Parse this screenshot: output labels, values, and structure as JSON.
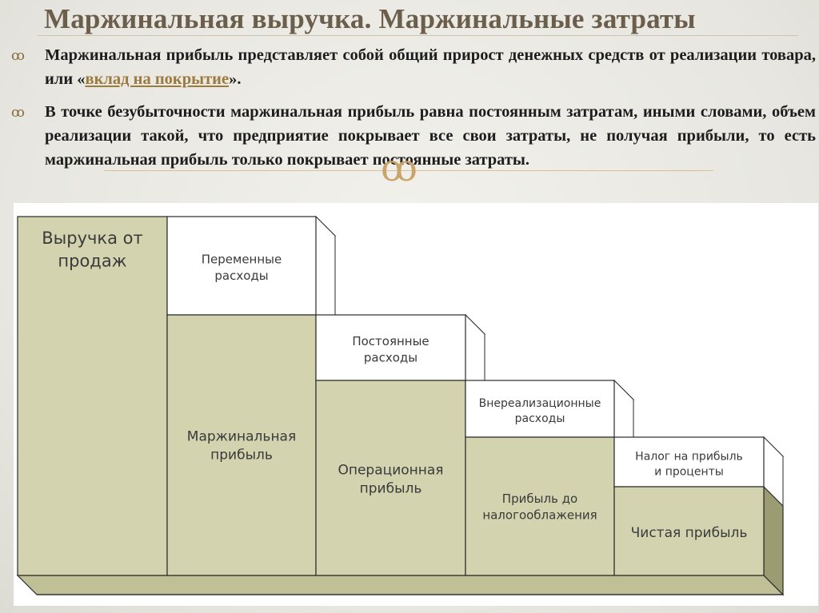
{
  "slide": {
    "title": "Маржинальная выручка. Маржинальные затраты",
    "bullets": [
      {
        "text_before": "Маржинальная прибыль представляет собой общий прирост денежных средств от реализации товара, или «",
        "link_text": "вклад на покрытие",
        "text_after": "»."
      },
      {
        "text": "В точке безубыточности маржинальная прибыль равна постоянным затратам, иными словами, объем реализации такой, что предприятие покрывает все свои затраты, не получая прибыли, то есть маржинальная прибыль только покрывает постоянные затраты."
      }
    ],
    "bullet_marker": "ꝏ",
    "ornament": "ꝏ"
  },
  "diagram": {
    "columns": [
      {
        "top_label": [],
        "bottom_label": [
          "Выручка от",
          "продаж"
        ]
      },
      {
        "top_label": [
          "Переменные",
          "расходы"
        ],
        "bottom_label": [
          "Маржинальная",
          "прибыль"
        ]
      },
      {
        "top_label": [
          "Постоянные",
          "расходы"
        ],
        "bottom_label": [
          "Операционная",
          "прибыль"
        ]
      },
      {
        "top_label": [
          "Внереализационные",
          "расходы"
        ],
        "bottom_label": [
          "Прибыль до",
          "налогооблажения"
        ]
      },
      {
        "top_label": [
          "Налог на прибыль",
          "и проценты"
        ],
        "bottom_label": [
          "Чистая прибыль"
        ]
      }
    ],
    "colors": {
      "olive_front": "#d3d3b0",
      "olive_top": "#c0c096",
      "olive_side": "#9c9c72",
      "white_face": "#ffffff",
      "outline": "#2a2a2a"
    }
  }
}
